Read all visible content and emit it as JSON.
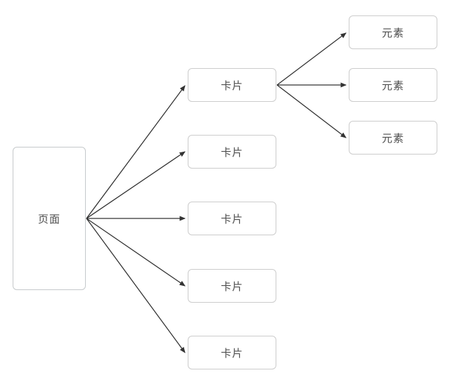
{
  "diagram": {
    "page": {
      "label": "页面"
    },
    "cards": [
      {
        "label": "卡片"
      },
      {
        "label": "卡片"
      },
      {
        "label": "卡片"
      },
      {
        "label": "卡片"
      },
      {
        "label": "卡片"
      }
    ],
    "elements": [
      {
        "label": "元素"
      },
      {
        "label": "元素"
      },
      {
        "label": "元素"
      }
    ],
    "edges": [
      {
        "from": "page",
        "to": "card-0"
      },
      {
        "from": "page",
        "to": "card-1"
      },
      {
        "from": "page",
        "to": "card-2"
      },
      {
        "from": "page",
        "to": "card-3"
      },
      {
        "from": "page",
        "to": "card-4"
      },
      {
        "from": "card-0",
        "to": "element-0"
      },
      {
        "from": "card-0",
        "to": "element-1"
      },
      {
        "from": "card-0",
        "to": "element-2"
      }
    ],
    "colors": {
      "background": "#ffffff",
      "box_border": "#cccccc",
      "box_fill": "#ffffff",
      "text": "#4d4d4d",
      "arrow": "#333333"
    }
  }
}
